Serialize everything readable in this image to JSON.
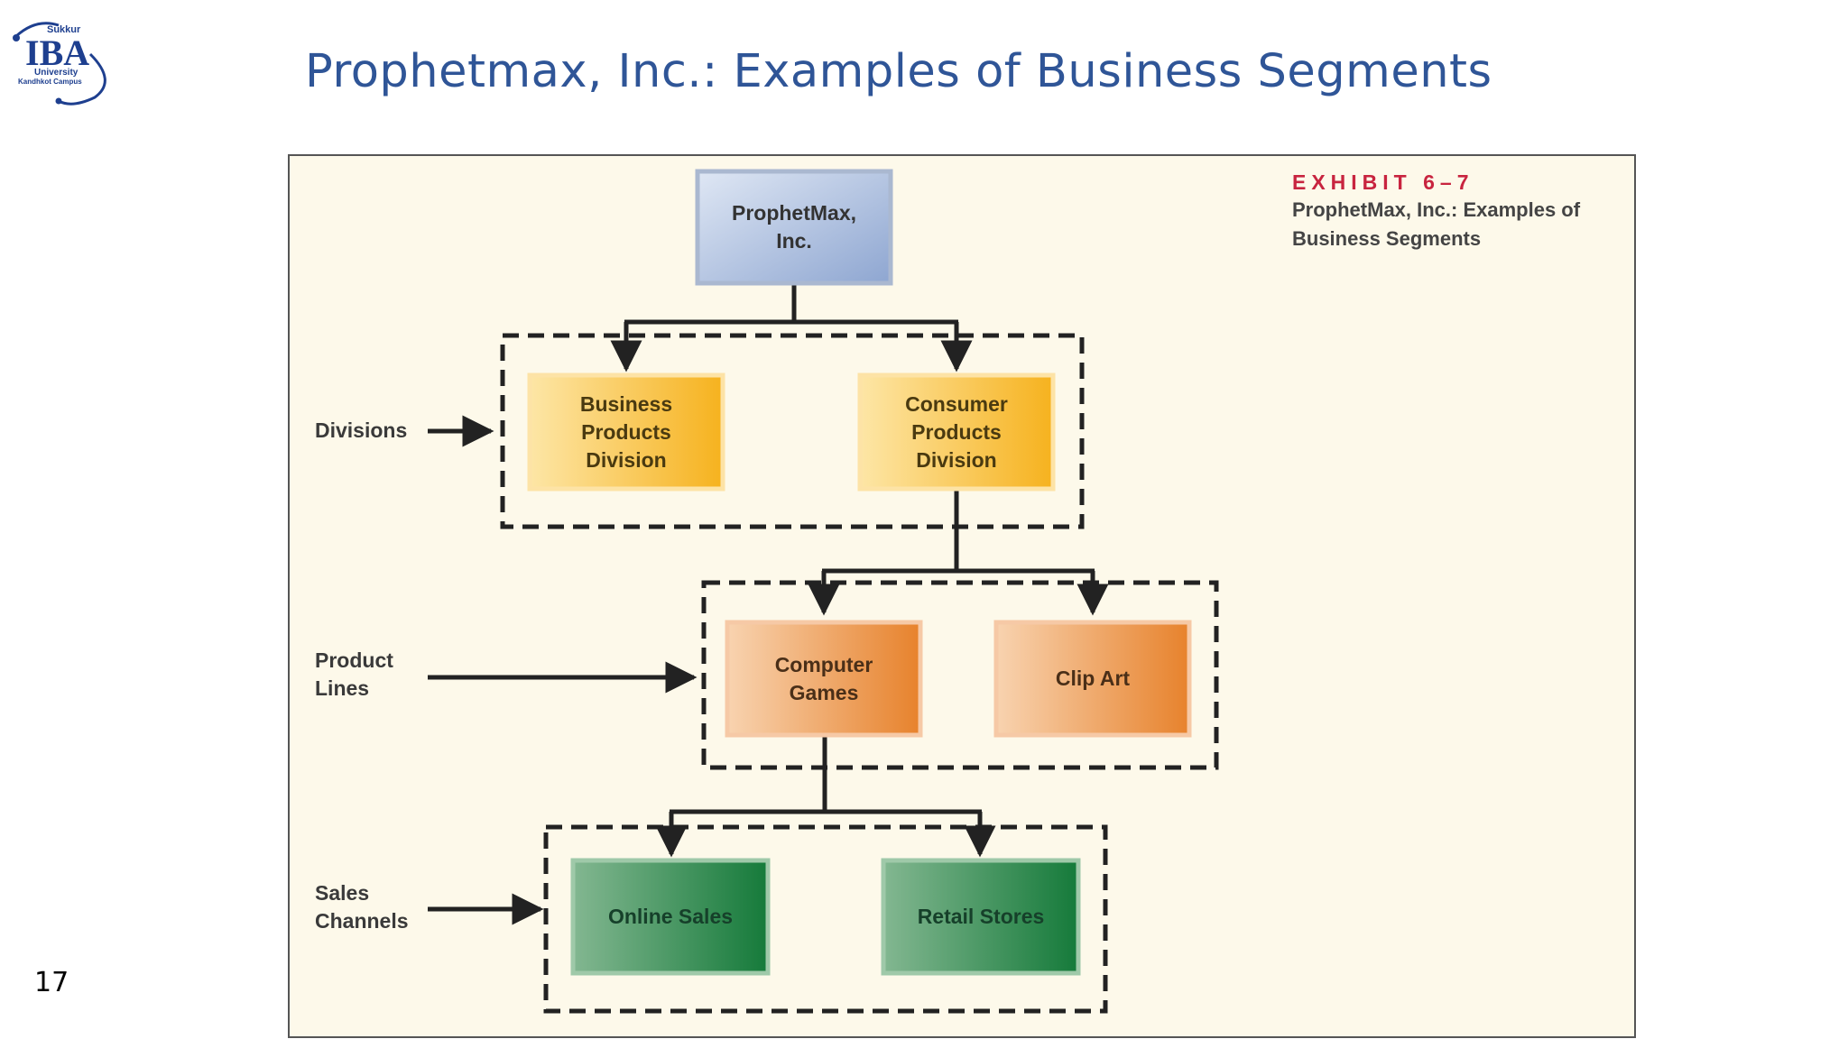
{
  "slide": {
    "title": "Prophetmax, Inc.: Examples of Business Segments",
    "page_number": "17"
  },
  "logo": {
    "top_text": "Sukkur",
    "main_text": "IBA",
    "line1": "University",
    "line2": "Kandhkot Campus"
  },
  "exhibit": {
    "number": "EXHIBIT 6–7",
    "caption": "ProphetMax, Inc.: Examples of Business Segments",
    "side_labels": {
      "divisions": "Divisions",
      "product_lines": "Product\nLines",
      "sales_channels": "Sales\nChannels"
    },
    "nodes": {
      "company": "ProphetMax,\nInc.",
      "business_division": "Business\nProducts\nDivision",
      "consumer_division": "Consumer\nProducts\nDivision",
      "computer_games": "Computer\nGames",
      "clip_art": "Clip Art",
      "online_sales": "Online Sales",
      "retail_stores": "Retail Stores"
    },
    "colors": {
      "background": "#fdf9ea",
      "company_fill": "#9fb3d6",
      "division_fill": "#f7b52b",
      "product_fill": "#eb8d3a",
      "channel_fill": "#238546",
      "accent_red": "#c8243f"
    }
  }
}
